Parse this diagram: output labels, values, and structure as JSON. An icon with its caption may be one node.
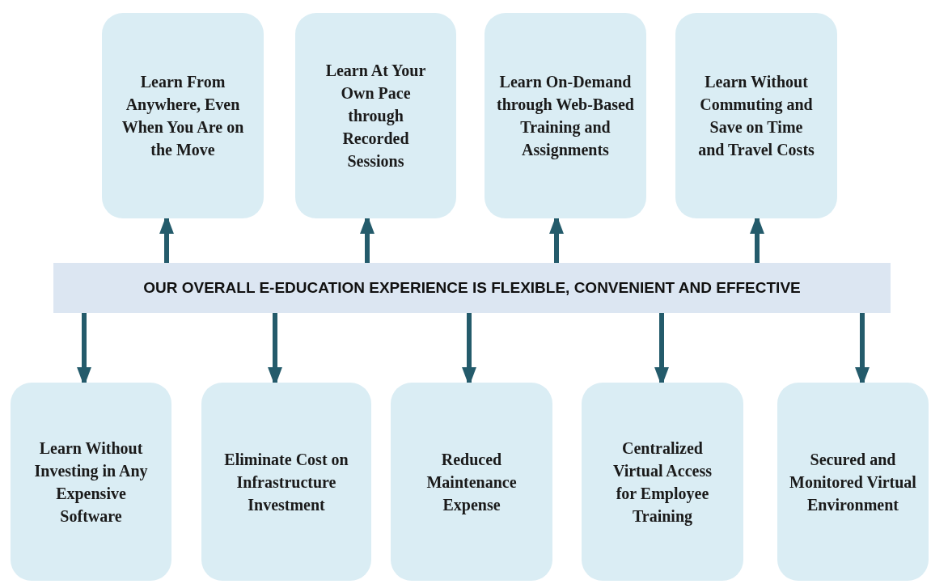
{
  "diagram": {
    "nodes": [
      {
        "text": [
          "OUR OVERALL E-EDUCATION EXPERIENCE IS FLEXIBLE, CONVENIENT AND EFFECTIVE"
        ]
      },
      {
        "text": [
          "Learn From Anywhere, Even When You Are on the Move"
        ]
      },
      {
        "text": [
          "Learn At Your Own Pace through Recorded Sessions"
        ]
      },
      {
        "text": [
          "Learn On-Demand through Web-Based Training and Assignments"
        ]
      },
      {
        "text": [
          "Learn Without Commuting and Save on Time and Travel Costs"
        ]
      },
      {
        "text": [
          "Learn Without Investing in Any Expensive Software"
        ]
      },
      {
        "text": [
          "Eliminate Cost on Infrastructure Investment"
        ]
      },
      {
        "text": [
          "Reduced Maintenance Expense"
        ]
      },
      {
        "text": [
          "Centralized Virtual Access for Employee Training"
        ]
      },
      {
        "text": [
          "Secured and Monitored Virtual Environment"
        ]
      }
    ],
    "edges": [
      {
        "from": 0,
        "to": 1,
        "arrow": "to"
      },
      {
        "from": 0,
        "to": 2,
        "arrow": "to"
      },
      {
        "from": 0,
        "to": 3,
        "arrow": "to"
      },
      {
        "from": 0,
        "to": 4,
        "arrow": "to"
      },
      {
        "from": 0,
        "to": 5,
        "arrow": "to"
      },
      {
        "from": 0,
        "to": 6,
        "arrow": "to"
      },
      {
        "from": 0,
        "to": 7,
        "arrow": "to"
      },
      {
        "from": 0,
        "to": 8,
        "arrow": "to"
      },
      {
        "from": 0,
        "to": 9,
        "arrow": "to"
      }
    ]
  }
}
